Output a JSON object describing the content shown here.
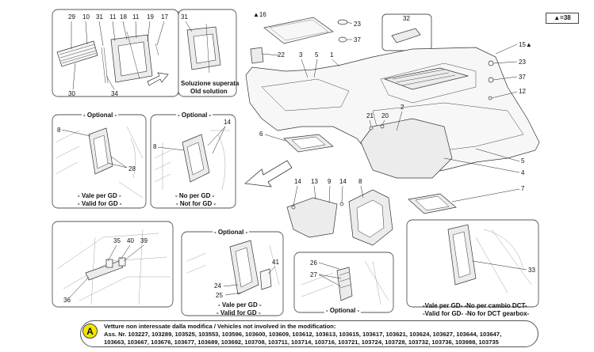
{
  "legend": {
    "symbol": "▲",
    "value": "=38"
  },
  "panels": {
    "inset_top_left": {
      "callouts": [
        "29",
        "10",
        "31",
        "11",
        "18",
        "11",
        "19",
        "17",
        "30",
        "34"
      ],
      "old_solution": {
        "callout": "31",
        "caption_it": "Soluzione superata",
        "caption_en": "Old solution"
      }
    },
    "optional_gd_left": {
      "header": "- Optional -",
      "callouts": [
        "8",
        "28"
      ],
      "caption_it": "- Vale per GD -",
      "caption_en": "- Valid for GD -"
    },
    "optional_no_gd": {
      "header": "- Optional -",
      "callouts": [
        "14",
        "8"
      ],
      "caption_it": "- No per GD -",
      "caption_en": "- Not for GD -"
    },
    "panel_bottom_left": {
      "callouts": [
        "35",
        "40",
        "39",
        "36"
      ]
    },
    "panel_gd_seat": {
      "header": "- Optional -",
      "callouts": [
        "41",
        "24",
        "25"
      ],
      "caption_it": "- Vale per GD -",
      "caption_en": "- Valid for GD -"
    },
    "panel_optional_mid": {
      "header": "- Optional -",
      "callouts": [
        "26",
        "27"
      ]
    },
    "panel_dct": {
      "callouts": [
        "33"
      ],
      "caption_it": "-Vale per GD- -No per cambio DCT-",
      "caption_en": "-Valid for GD- -No for DCT gearbox-"
    }
  },
  "main": {
    "callouts": [
      {
        "id": "c16",
        "text": "▲16"
      },
      {
        "id": "c23a",
        "text": "23"
      },
      {
        "id": "c37a",
        "text": "37"
      },
      {
        "id": "c32",
        "text": "32"
      },
      {
        "id": "c15",
        "text": "15▲"
      },
      {
        "id": "c22",
        "text": "22"
      },
      {
        "id": "c3",
        "text": "3"
      },
      {
        "id": "c5a",
        "text": "5"
      },
      {
        "id": "c1",
        "text": "1"
      },
      {
        "id": "c23b",
        "text": "23"
      },
      {
        "id": "c37b",
        "text": "37"
      },
      {
        "id": "c12",
        "text": "12"
      },
      {
        "id": "c2",
        "text": "2"
      },
      {
        "id": "c21",
        "text": "21"
      },
      {
        "id": "c20",
        "text": "20"
      },
      {
        "id": "c6",
        "text": "6"
      },
      {
        "id": "c5b",
        "text": "5"
      },
      {
        "id": "c4",
        "text": "4"
      },
      {
        "id": "c7",
        "text": "7"
      },
      {
        "id": "c14a",
        "text": "14"
      },
      {
        "id": "c13",
        "text": "13"
      },
      {
        "id": "c9",
        "text": "9"
      },
      {
        "id": "c14b",
        "text": "14"
      },
      {
        "id": "c8",
        "text": "8"
      }
    ]
  },
  "note": {
    "badge": "A",
    "line1": "Vetture non interessate dalla modifica / Vehicles not involved in the modification:",
    "line2": "Ass. Nr. 103227, 103289, 103525, 103553, 103596, 103600, 103609, 103612, 103613, 103615, 103617, 103621, 103624, 103627, 103644, 103647,",
    "line3": "103663, 103667, 103676, 103677, 103689, 103692, 103708, 103711, 103714, 103716, 103721, 103724, 103728, 103732, 103736, 103988, 103735"
  }
}
